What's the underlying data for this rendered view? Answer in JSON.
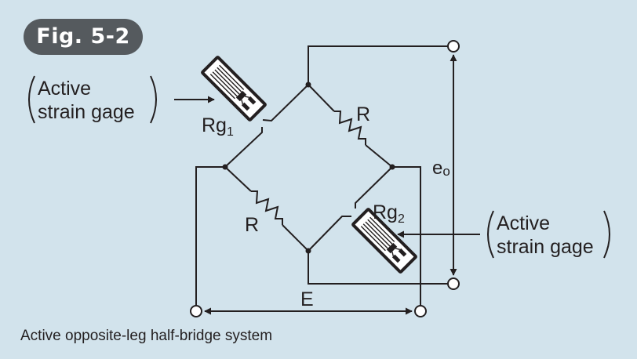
{
  "figure": {
    "badge": "Fig. 5-2",
    "caption": "Active opposite-leg half-bridge system"
  },
  "labels": {
    "active_left_line1": "Active",
    "active_left_line2": "strain gage",
    "active_right_line1": "Active",
    "active_right_line2": "strain gage",
    "rg1_base": "Rg",
    "rg1_sub": "1",
    "rg2_base": "Rg",
    "rg2_sub": "2",
    "r_upper": "R",
    "r_lower": "R",
    "eo": "e",
    "eo_sub": "o",
    "e": "E"
  },
  "colors": {
    "background": "#d2e3ec",
    "badge": "#555a5e",
    "line": "#231f20"
  }
}
